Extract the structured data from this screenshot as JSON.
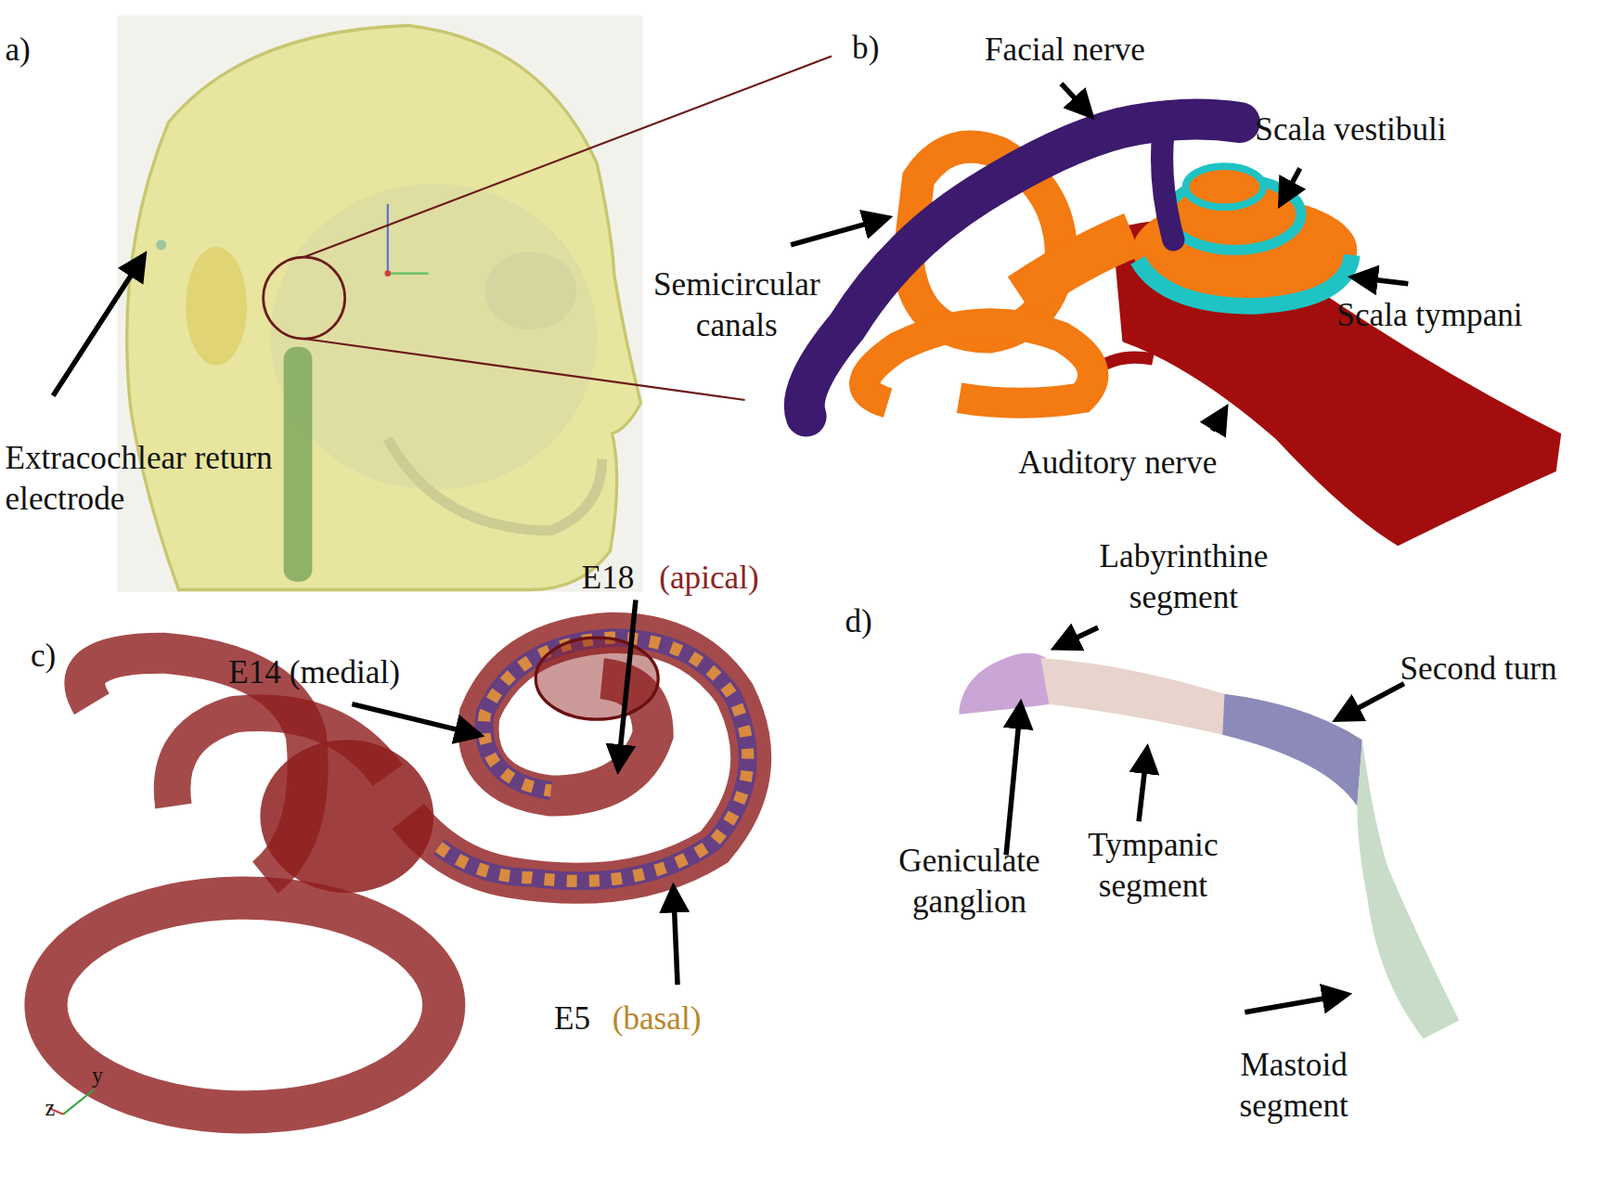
{
  "diagram": {
    "labels": [
      "a)",
      "Extracochlear return electrode",
      "b)",
      "Facial nerve",
      "Scala vestibuli",
      "Semicircular canals",
      "Scala tympani",
      "Auditory nerve",
      "c)",
      "E18",
      "(apical)",
      "E14 (medial)",
      "E5",
      "(basal)",
      "y",
      "z",
      "d)",
      "Labyrinthine segment",
      "Second turn",
      "Geniculate ganglion",
      "Tympanic segment",
      "Mastoid segment"
    ]
  }
}
